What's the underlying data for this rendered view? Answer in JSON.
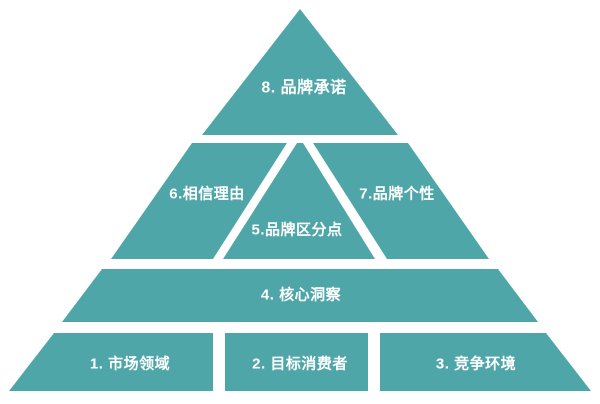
{
  "colors": {
    "shape_fill": "#4fa6a8",
    "label_text": "#ffffff",
    "background": "#ffffff"
  },
  "pyramid": {
    "description": "brand-strategy-pyramid",
    "rows": [
      {
        "blocks": [
          {
            "label": "8. 品牌承诺"
          }
        ]
      },
      {
        "blocks": [
          {
            "label": "6.相信理由"
          },
          {
            "label": "5.品牌区分点"
          },
          {
            "label": "7.品牌个性"
          }
        ]
      },
      {
        "blocks": [
          {
            "label": "4. 核心洞察"
          }
        ]
      },
      {
        "blocks": [
          {
            "label": "1. 市场领域"
          },
          {
            "label": "2. 目标消费者"
          },
          {
            "label": "3. 竞争环境"
          }
        ]
      }
    ]
  }
}
